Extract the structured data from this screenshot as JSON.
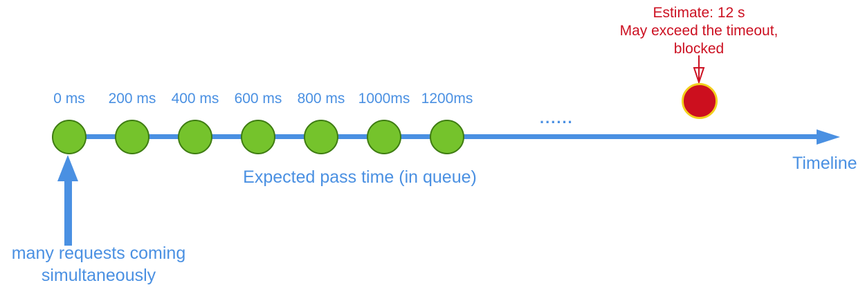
{
  "colors": {
    "blue": "#4a90e2",
    "green_fill": "#75c32c",
    "green_border": "#3e7c12",
    "red_fill": "#cc0f1e",
    "gold_border": "#f2cf1d",
    "red_text": "#cc1122"
  },
  "timeline": {
    "axis_label": "Timeline",
    "ellipsis": "......",
    "ticks": [
      {
        "label": "0 ms"
      },
      {
        "label": "200 ms"
      },
      {
        "label": "400 ms"
      },
      {
        "label": "600 ms"
      },
      {
        "label": "800 ms"
      },
      {
        "label": "1000ms"
      },
      {
        "label": "1200ms"
      }
    ]
  },
  "annotations": {
    "queue_note": "Expected pass time (in queue)",
    "incoming_note_line1": "many requests coming",
    "incoming_note_line2": "simultaneously",
    "blocked_note_line1": "Estimate: 12 s",
    "blocked_note_line2": "May exceed the timeout,",
    "blocked_note_line3": "blocked"
  }
}
